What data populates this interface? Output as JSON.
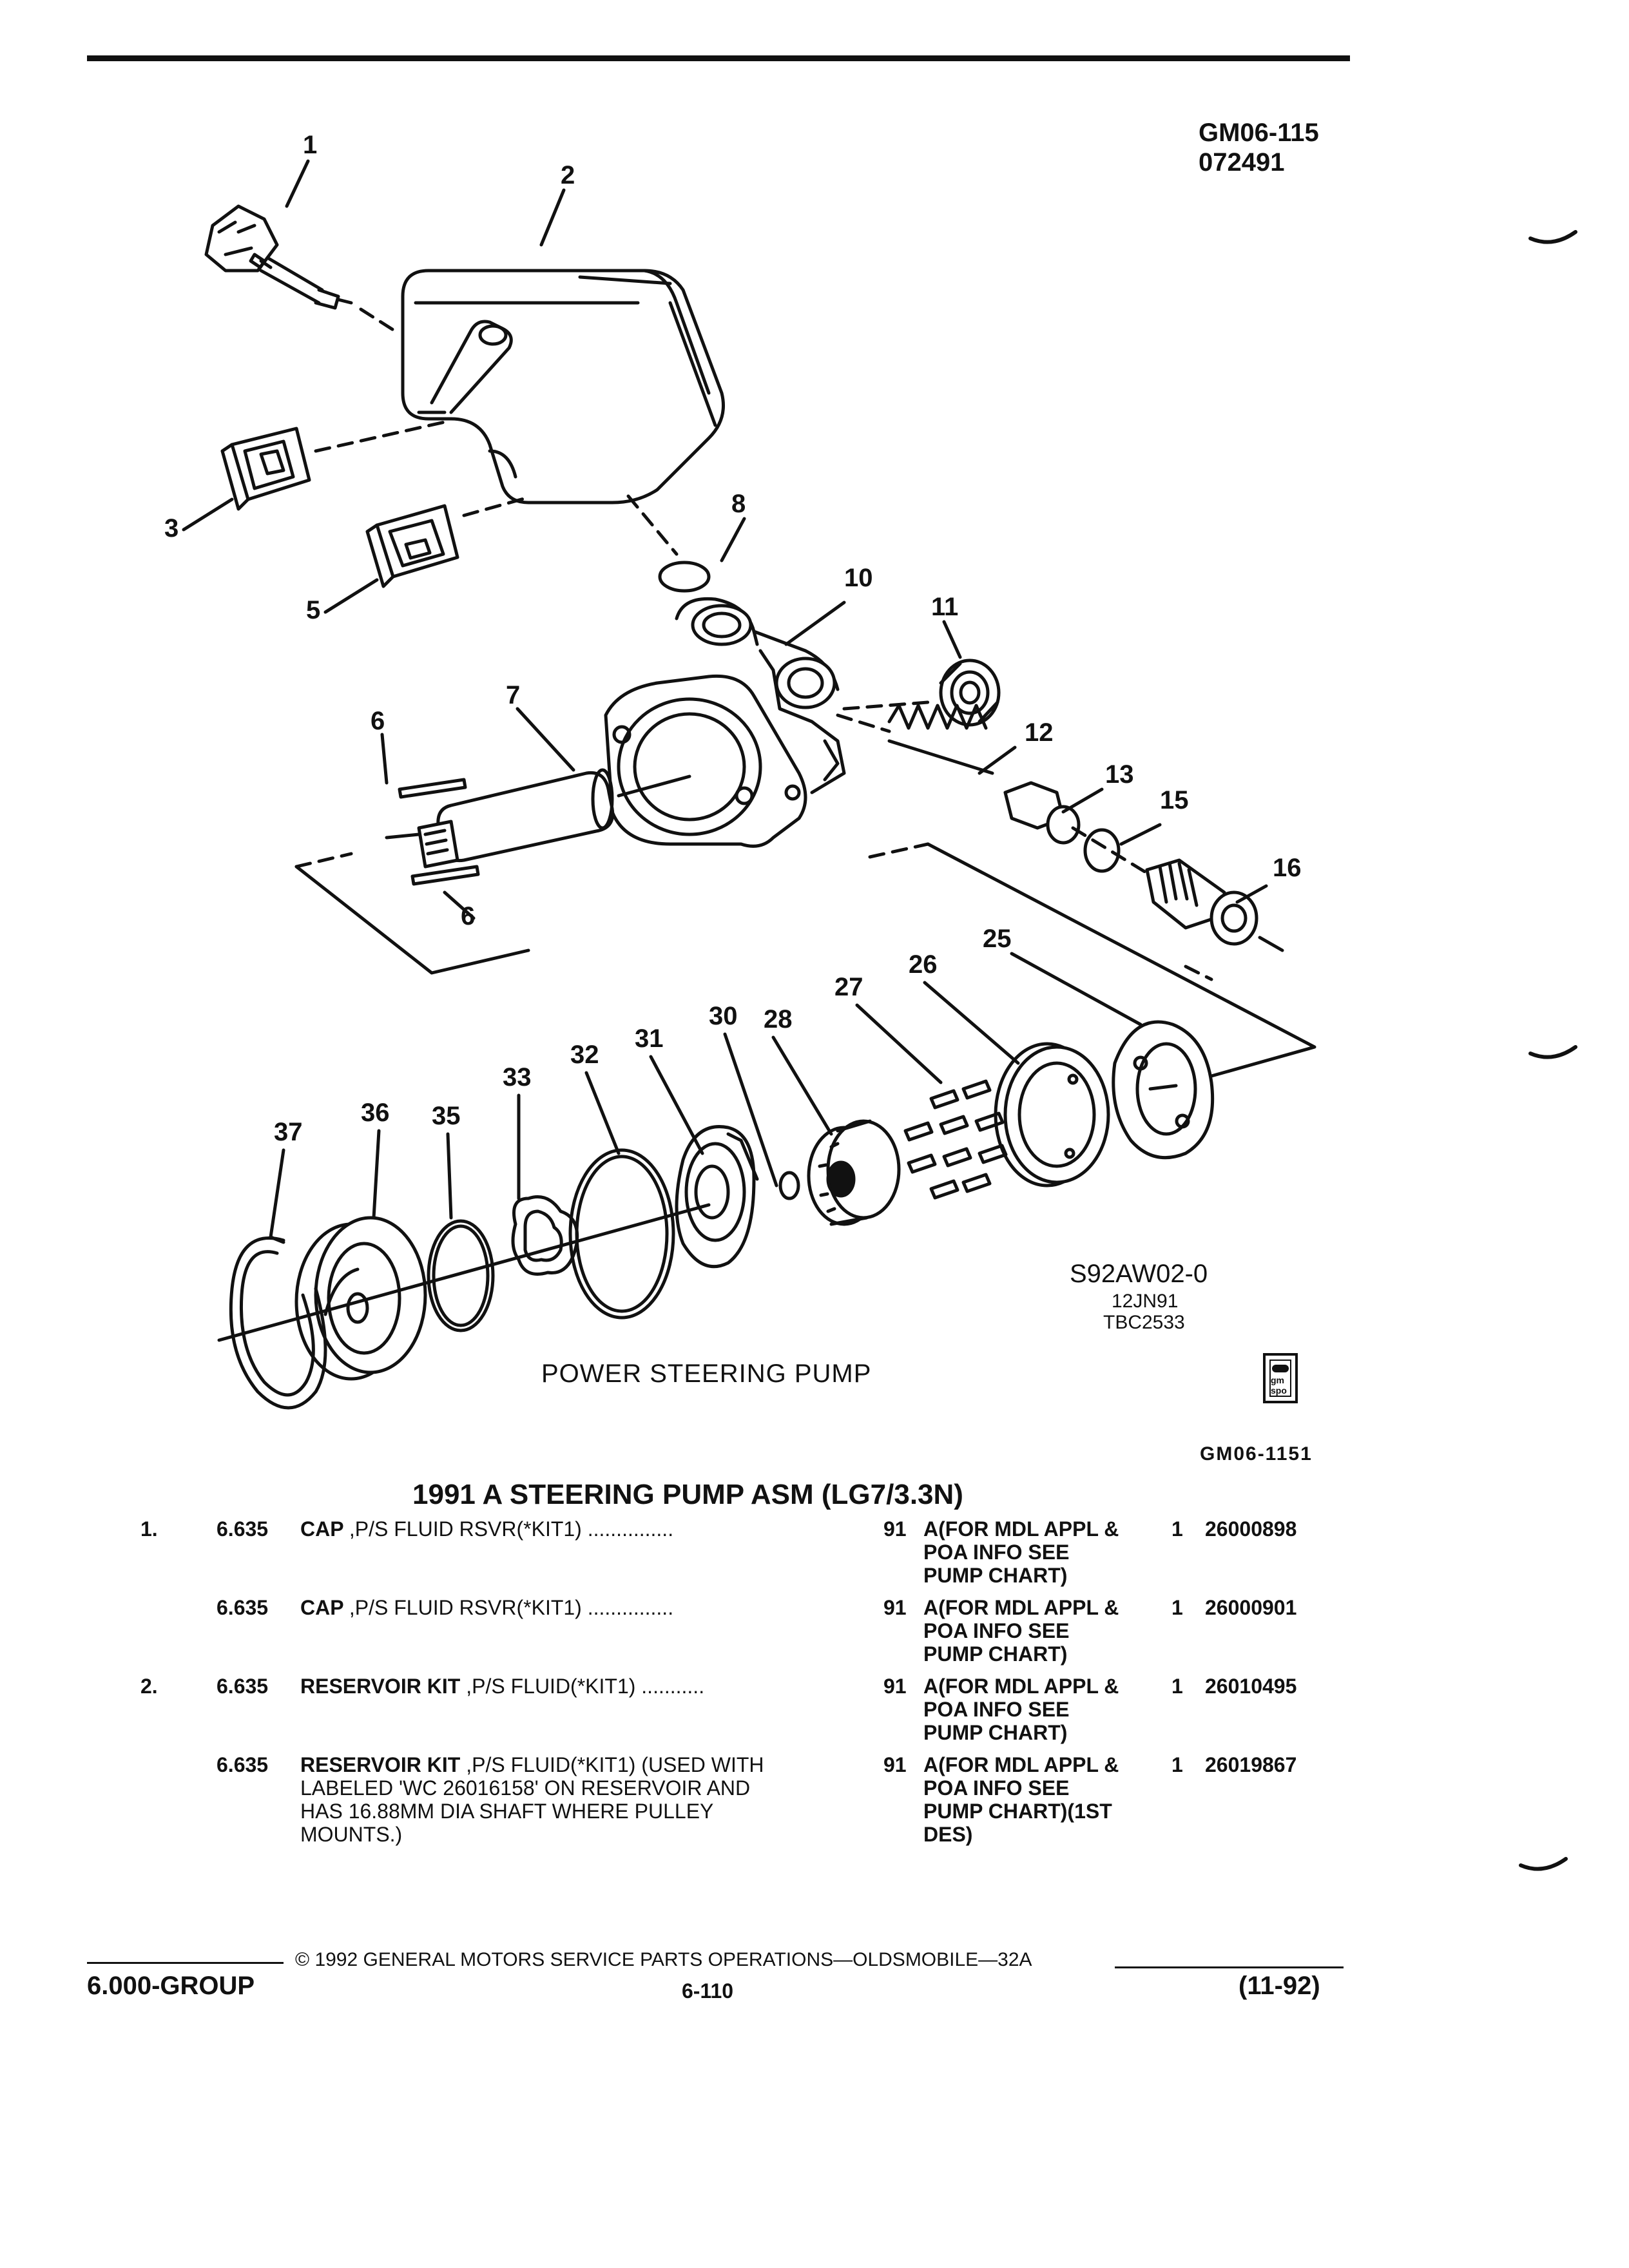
{
  "header": {
    "code1": "GM06-115",
    "code2": "072491"
  },
  "diagram": {
    "callouts": [
      "1",
      "2",
      "3",
      "5",
      "6",
      "6",
      "7",
      "8",
      "10",
      "11",
      "12",
      "13",
      "15",
      "16",
      "25",
      "26",
      "27",
      "28",
      "30",
      "31",
      "32",
      "33",
      "35",
      "36",
      "37"
    ],
    "figure_code": "S92AW02-0",
    "figure_date": "12JN91",
    "figure_ref2": "TBC2533",
    "caption": "POWER STEERING PUMP",
    "logo_line1": "gm",
    "logo_line2": "spo",
    "figure_ref": "GM06-1151"
  },
  "section_title": "1991 A STEERING PUMP ASM (LG7/3.3N)",
  "parts": [
    {
      "item": "1.",
      "group": "6.635",
      "name": "CAP",
      "desc": ",P/S FLUID RSVR(*KIT1) ...............",
      "year": "91",
      "appl": [
        "A(FOR MDL APPL &",
        "POA INFO SEE",
        "PUMP CHART)"
      ],
      "qty": "1",
      "part_no": "26000898"
    },
    {
      "item": "",
      "group": "6.635",
      "name": "CAP",
      "desc": ",P/S FLUID RSVR(*KIT1) ...............",
      "year": "91",
      "appl": [
        "A(FOR MDL APPL &",
        "POA INFO SEE",
        "PUMP CHART)"
      ],
      "qty": "1",
      "part_no": "26000901"
    },
    {
      "item": "2.",
      "group": "6.635",
      "name": "RESERVOIR KIT",
      "desc": ",P/S FLUID(*KIT1) ...........",
      "year": "91",
      "appl": [
        "A(FOR MDL APPL &",
        "POA INFO SEE",
        "PUMP CHART)"
      ],
      "qty": "1",
      "part_no": "26010495"
    },
    {
      "item": "",
      "group": "6.635",
      "name": "RESERVOIR KIT",
      "desc": ",P/S FLUID(*KIT1) (USED WITH",
      "desc_cont": [
        "LABELED 'WC 26016158' ON RESERVOIR AND",
        "HAS 16.88MM DIA SHAFT WHERE PULLEY",
        "MOUNTS.)"
      ],
      "year": "91",
      "appl": [
        "A(FOR MDL APPL &",
        "POA INFO SEE",
        "PUMP CHART)(1ST",
        "DES)"
      ],
      "qty": "1",
      "part_no": "26019867"
    }
  ],
  "footer": {
    "copyright": "© 1992 GENERAL MOTORS SERVICE PARTS OPERATIONS—OLDSMOBILE—32A",
    "group": "6.000-GROUP",
    "page": "6-110",
    "date": "(11-92)"
  }
}
